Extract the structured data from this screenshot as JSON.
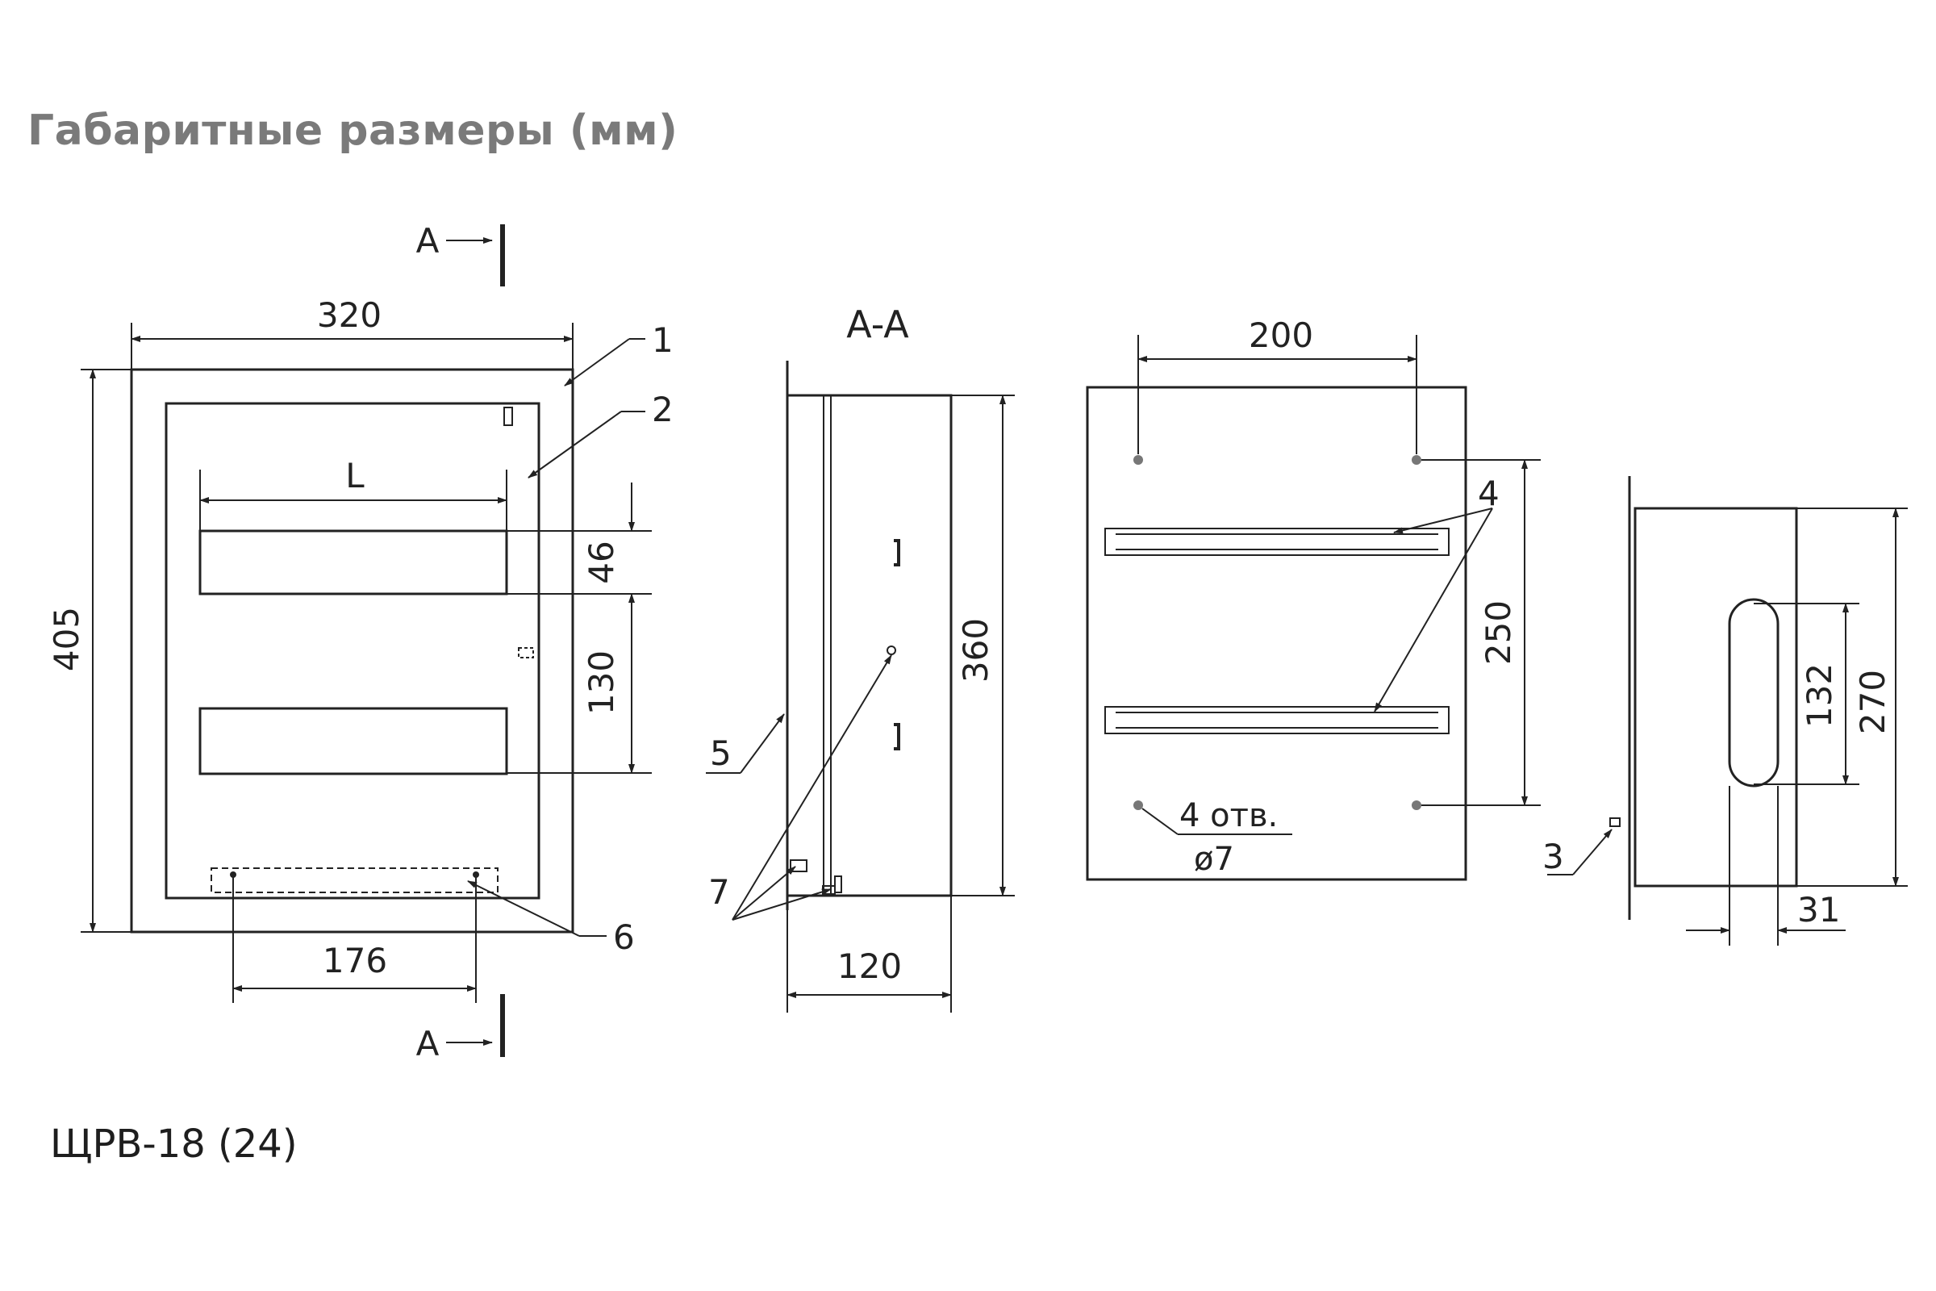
{
  "title": "Габаритные размеры (мм)",
  "model": "ЩРВ-18 (24)",
  "front_view": {
    "section_mark_top": "A",
    "section_mark_bottom": "A",
    "width": "320",
    "height": "405",
    "rail_length": "L",
    "row_height": "46",
    "row_pitch": "130",
    "bar_span": "176",
    "callout_1": "1",
    "callout_2": "2",
    "callout_6": "6"
  },
  "section_view": {
    "title": "A-A",
    "height": "360",
    "depth": "120",
    "callout_5": "5",
    "callout_7": "7"
  },
  "back_view": {
    "hole_span": "200",
    "hole_pitch": "250",
    "callout_4": "4",
    "holes_count": "4 отв.",
    "holes_diameter": "ø7"
  },
  "side_view": {
    "height": "270",
    "slot_height": "132",
    "slot_offset": "31",
    "callout_3": "3"
  }
}
